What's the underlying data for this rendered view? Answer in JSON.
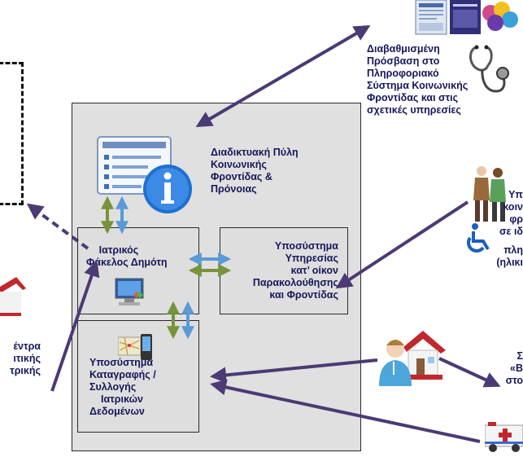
{
  "labels": {
    "top_right_access": [
      "Διαβαθμισμένη",
      "Πρόσβαση στο",
      "Πληροφοριακό",
      "Σύστημα Κοινωνικής",
      "Φροντίδας και στις",
      "σχετικές υπηρεσίες"
    ],
    "portal": [
      "Διαδικτυακή Πύλη",
      "Κοινωνικής",
      "Φροντίδας &",
      "Πρόνοιας"
    ],
    "medical_record": [
      "Ιατρικός",
      "Φάκελος Δημότη"
    ],
    "home_care": [
      "Υποσύστημα",
      "Υπηρεσίας",
      "κατ’ οίκον",
      "Παρακολούθησης",
      "και Φροντίδας"
    ],
    "data_collection": [
      "Υποσύστημα",
      "Καταγραφής /",
      "Συλλογής",
      "Ιατρικών",
      "Δεδομένων"
    ],
    "left_partial": [
      "έντρα",
      "ιτικής",
      "τρικής"
    ],
    "right_partial_top": [
      "Υπ",
      "κοιν",
      "φρ",
      "σε ιδ",
      "πλη",
      "(ηλικι"
    ],
    "right_partial_bottom": [
      "Σ",
      "«Β",
      "στο"
    ]
  },
  "colors": {
    "navy_text": "#16175b",
    "box_fill": "#dedede",
    "arrow_purple": "#4b3a74",
    "arrow_green": "#77933c",
    "arrow_blue": "#5a9bd5",
    "accent_red": "#c0282d"
  },
  "icons": {
    "portal": "document-info-icon",
    "stethoscope": "stethoscope-icon",
    "computer": "computer-icon",
    "mobile_map": "mobile-map-icon",
    "nurse_house": "nurse-house-icon",
    "ambulance": "ambulance-icon",
    "elderly": "elderly-caregiver-icon",
    "wheelchair": "wheelchair-icon",
    "house_left": "red-house-icon",
    "screenshots_top": "web-screenshots-icon"
  }
}
